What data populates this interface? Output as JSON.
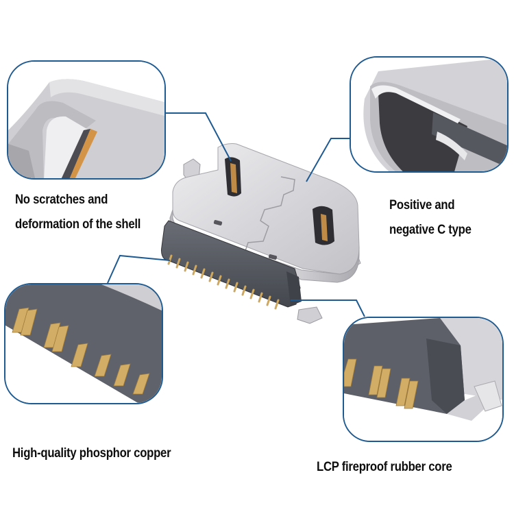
{
  "colors": {
    "callout_border": "#1d5a92",
    "metal_light": "#e2e2e4",
    "metal_mid": "#c4c4c8",
    "metal_dark": "#8e8e94",
    "insulator": "#5a5d66",
    "insulator_dark": "#3f4249",
    "copper_pin": "#d6b06a",
    "background": "#ffffff",
    "text": "#0d0d0d"
  },
  "callouts": [
    {
      "id": "shell",
      "caption_lines": [
        "No scratches and",
        "deformation of the shell"
      ]
    },
    {
      "id": "reversible",
      "caption_lines": [
        "Positive and",
        "negative C type"
      ]
    },
    {
      "id": "pins",
      "caption_lines": [
        "High-quality phosphor copper"
      ]
    },
    {
      "id": "core",
      "caption_lines": [
        "LCP fireproof rubber core"
      ]
    }
  ]
}
